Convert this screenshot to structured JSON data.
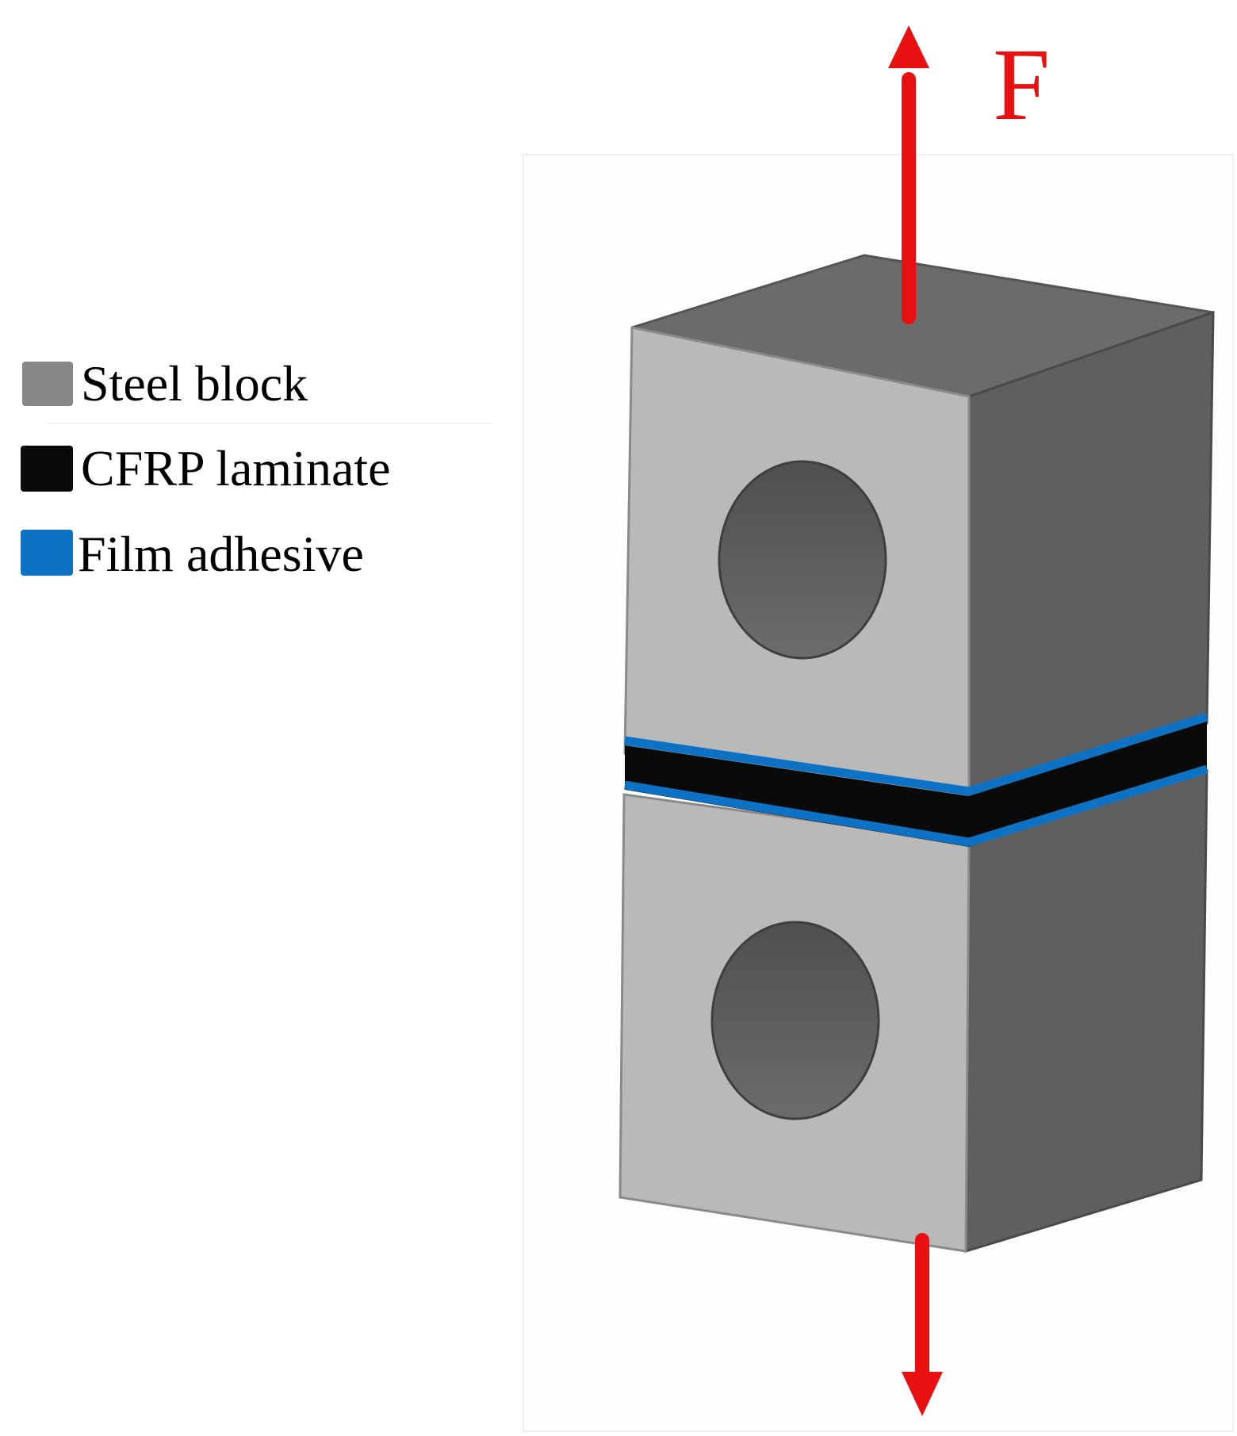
{
  "legend": {
    "items": [
      {
        "label": "Steel block",
        "color": "#888888"
      },
      {
        "label": "CFRP laminate",
        "color": "#0a0a0a"
      },
      {
        "label": "Film adhesive",
        "color": "#0d72c4"
      }
    ]
  },
  "force": {
    "label": "F",
    "color": "#e81010"
  },
  "colors": {
    "steel_front": "#b9b9b9",
    "steel_top": "#6b6b6b",
    "steel_side": "#5f5f5f",
    "hole": "#5c5c5c",
    "laminate": "#0a0a0a",
    "adhesive": "#0d72c4"
  }
}
